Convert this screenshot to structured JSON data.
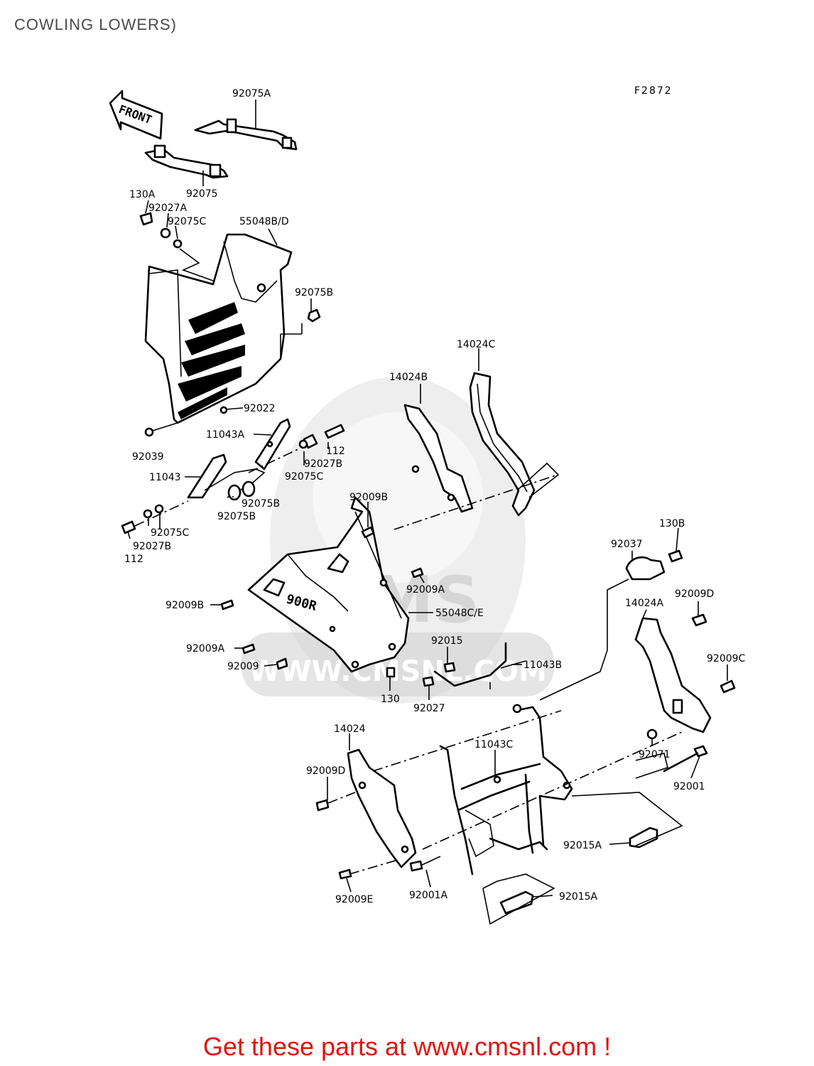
{
  "title": "COWLING LOWERS)",
  "figure_code": "F2872",
  "front_arrow": "FRONT",
  "badge_text": "900R",
  "watermark_text": "CMS",
  "watermark_url": "WWW.CMSNL.COM",
  "footer": "Get these parts at www.cmsnl.com !",
  "footer_color": "#e0140f",
  "labels": {
    "p92075A": "92075A",
    "p92075": "92075",
    "p130A": "130A",
    "p92027A": "92027A",
    "p92075C_top": "92075C",
    "p55048BD": "55048B/D",
    "p92075B_top": "92075B",
    "p14024C": "14024C",
    "p14024B": "14024B",
    "p92022": "92022",
    "p11043A": "11043A",
    "p112_top": "112",
    "p92027B_top": "92027B",
    "p92039": "92039",
    "p92075C_mid": "92075C",
    "p11043": "11043",
    "p92075B_mid1": "92075B",
    "p92075B_mid2": "92075B",
    "p92009B_top": "92009B",
    "p92075C_low": "92075C",
    "p92027B_low": "92027B",
    "p112_low": "112",
    "p130B": "130B",
    "p92037": "92037",
    "p92009A_r": "92009A",
    "p92009D_r": "92009D",
    "p14024A": "14024A",
    "p92009B_l": "92009B",
    "p55048CE": "55048C/E",
    "p92015": "92015",
    "p92009A_l": "92009A",
    "p11043B": "11043B",
    "p92009": "92009",
    "p92009C": "92009C",
    "p130": "130",
    "p92027": "92027",
    "p14024": "14024",
    "p11043C": "11043C",
    "p92071": "92071",
    "p92009D_l": "92009D",
    "p92001": "92001",
    "p92015A_r": "92015A",
    "p92009E": "92009E",
    "p92001A": "92001A",
    "p92015A_b": "92015A"
  }
}
